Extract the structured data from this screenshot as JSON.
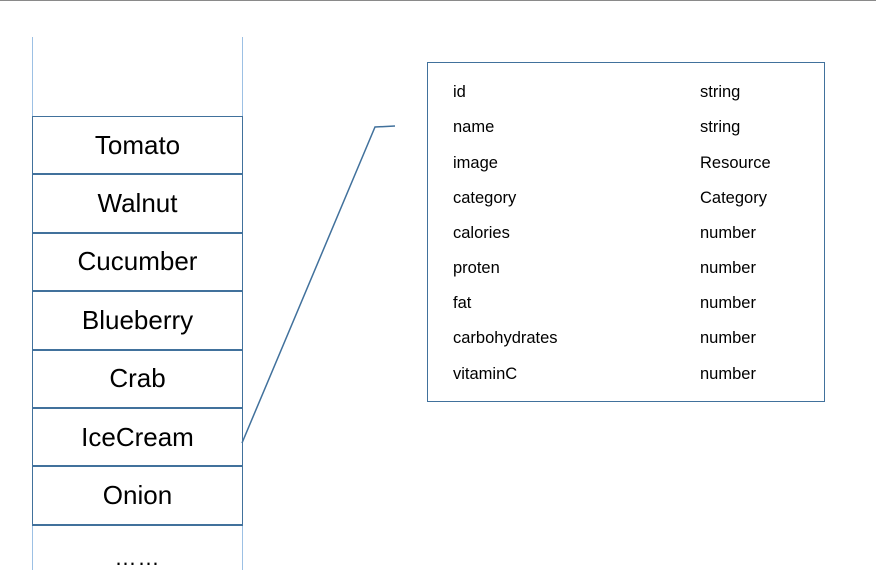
{
  "list": {
    "items": [
      "Tomato",
      "Walnut",
      "Cucumber",
      "Blueberry",
      "Crab",
      "IceCream",
      "Onion"
    ],
    "more": "……"
  },
  "detail": {
    "fields": [
      {
        "name": "id",
        "type": "string"
      },
      {
        "name": "name",
        "type": "string"
      },
      {
        "name": "image",
        "type": "Resource"
      },
      {
        "name": "category",
        "type": "Category"
      },
      {
        "name": "calories",
        "type": "number"
      },
      {
        "name": "proten",
        "type": "number"
      },
      {
        "name": "fat",
        "type": "number"
      },
      {
        "name": "carbohydrates",
        "type": "number"
      },
      {
        "name": "vitaminC",
        "type": "number"
      }
    ]
  },
  "colors": {
    "box_border": "#41719c",
    "column_border": "#9cc0e4"
  }
}
